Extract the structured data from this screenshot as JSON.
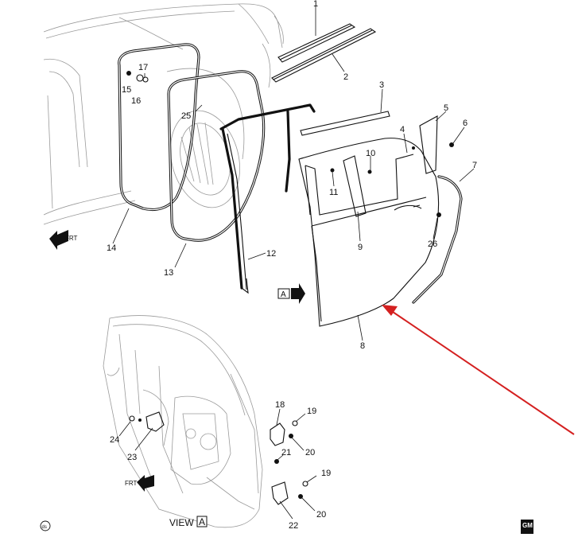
{
  "callouts": {
    "c1": "1",
    "c2": "2",
    "c3": "3",
    "c4": "4",
    "c5": "5",
    "c6": "6",
    "c7": "7",
    "c8": "8",
    "c9": "9",
    "c10": "10",
    "c11": "11",
    "c12": "12",
    "c13": "13",
    "c14": "14",
    "c15": "15",
    "c16": "16",
    "c17": "17",
    "c18": "18",
    "c19a": "19",
    "c19b": "19",
    "c20a": "20",
    "c20b": "20",
    "c21": "21",
    "c22": "22",
    "c23": "23",
    "c24": "24",
    "c25": "25",
    "c26": "26"
  },
  "labels": {
    "frt_top": "FRT",
    "frt_bottom": "FRT",
    "view_marker": "A",
    "view_label": "VIEW",
    "view_box": "A",
    "logo_top": "GM",
    "logo_bottom": "",
    "ds_mark": "ds"
  },
  "colors": {
    "arrow": "#d42020",
    "line": "#111111",
    "ghost": "#9a9a9a"
  },
  "icons": [
    "front-arrow-icon",
    "view-arrow-icon",
    "red-pointer-arrow-icon",
    "gm-logo-icon",
    "ds-mark-icon"
  ]
}
